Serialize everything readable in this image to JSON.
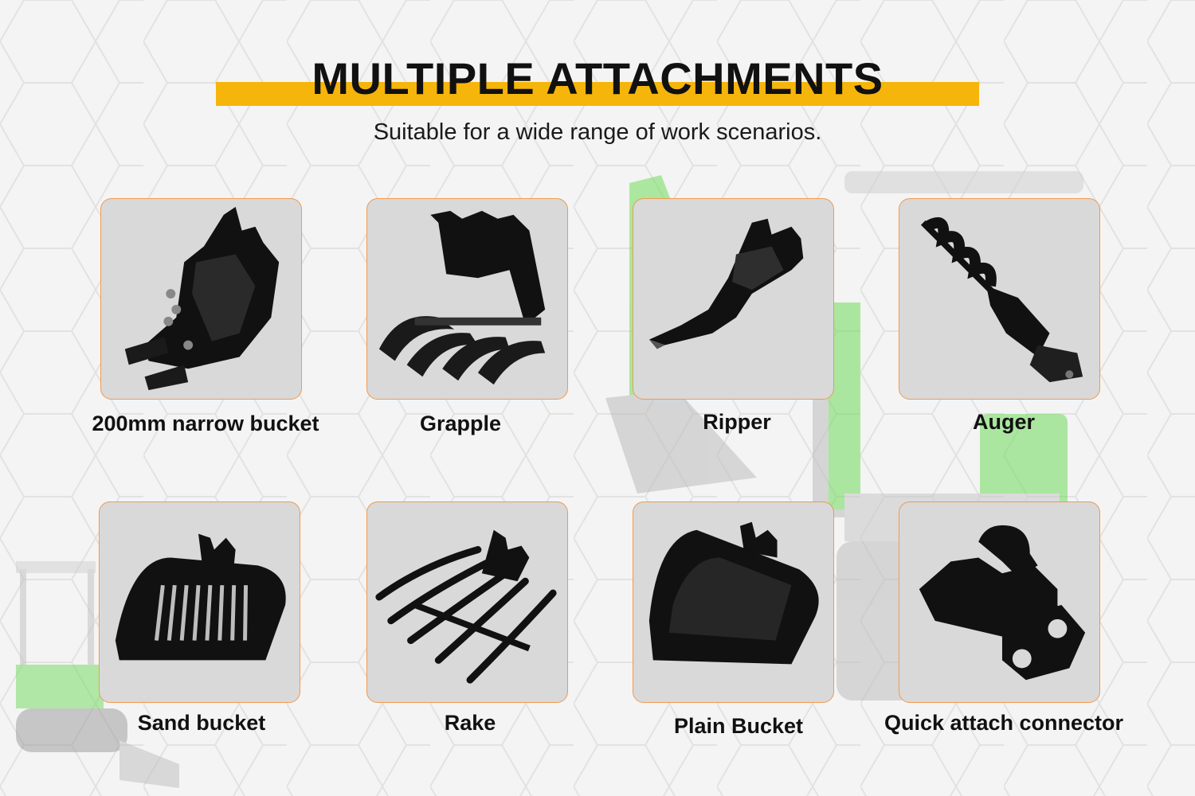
{
  "header": {
    "title": "MULTIPLE ATTACHMENTS",
    "subtitle": "Suitable for a wide range of work scenarios."
  },
  "colors": {
    "accent": "#f5b50a",
    "card_border": "#f09a50",
    "card_bg": "#d9d9d9",
    "machine_green": "#6fdc5a"
  },
  "attachments": [
    {
      "label": "200mm narrow bucket",
      "icon": "narrow-bucket-icon"
    },
    {
      "label": "Grapple",
      "icon": "grapple-icon"
    },
    {
      "label": "Ripper",
      "icon": "ripper-icon"
    },
    {
      "label": "Auger",
      "icon": "auger-icon"
    },
    {
      "label": "Sand bucket",
      "icon": "sand-bucket-icon"
    },
    {
      "label": "Rake",
      "icon": "rake-icon"
    },
    {
      "label": "Plain Bucket",
      "icon": "plain-bucket-icon"
    },
    {
      "label": "Quick attach connector",
      "icon": "quick-attach-connector-icon"
    }
  ]
}
